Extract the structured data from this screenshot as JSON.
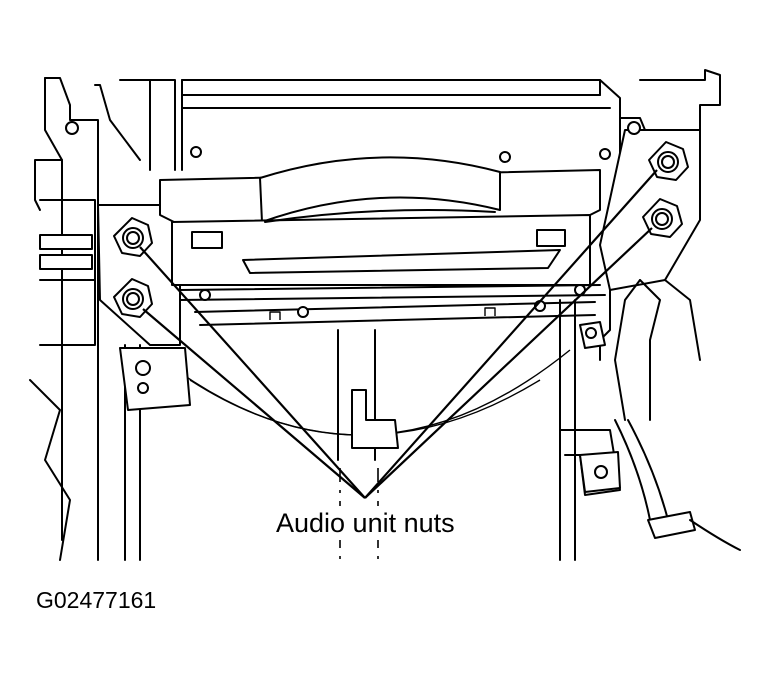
{
  "callout": {
    "label": "Audio unit nuts"
  },
  "figure": {
    "id": "G02477161"
  },
  "nuts": [
    {
      "name": "upper-left"
    },
    {
      "name": "lower-left"
    },
    {
      "name": "upper-right"
    },
    {
      "name": "lower-right"
    }
  ]
}
